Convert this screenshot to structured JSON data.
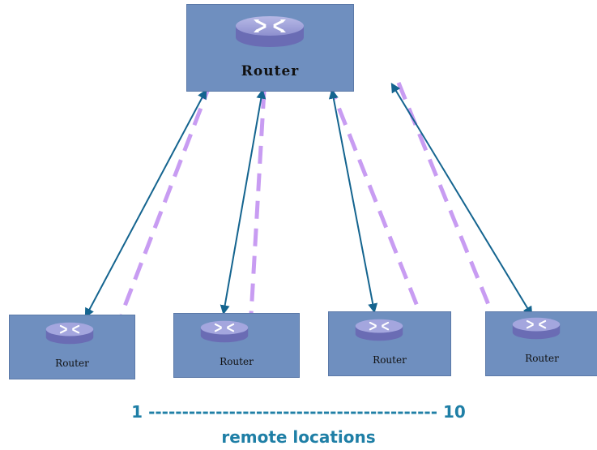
{
  "central_router": {
    "label": "Router",
    "icon": "router-icon"
  },
  "remote_routers": [
    {
      "label": "Router",
      "icon": "router-icon"
    },
    {
      "label": "Router",
      "icon": "router-icon"
    },
    {
      "label": "Router",
      "icon": "router-icon"
    },
    {
      "label": "Router",
      "icon": "router-icon"
    }
  ],
  "links": {
    "solid_color": "#14648f",
    "dashed_color": "#c89cf2",
    "box_color": "#6f8fbf"
  },
  "range": {
    "start": "1",
    "dashes": "-------------------------------------------",
    "end": "10"
  },
  "caption": "remote locations"
}
